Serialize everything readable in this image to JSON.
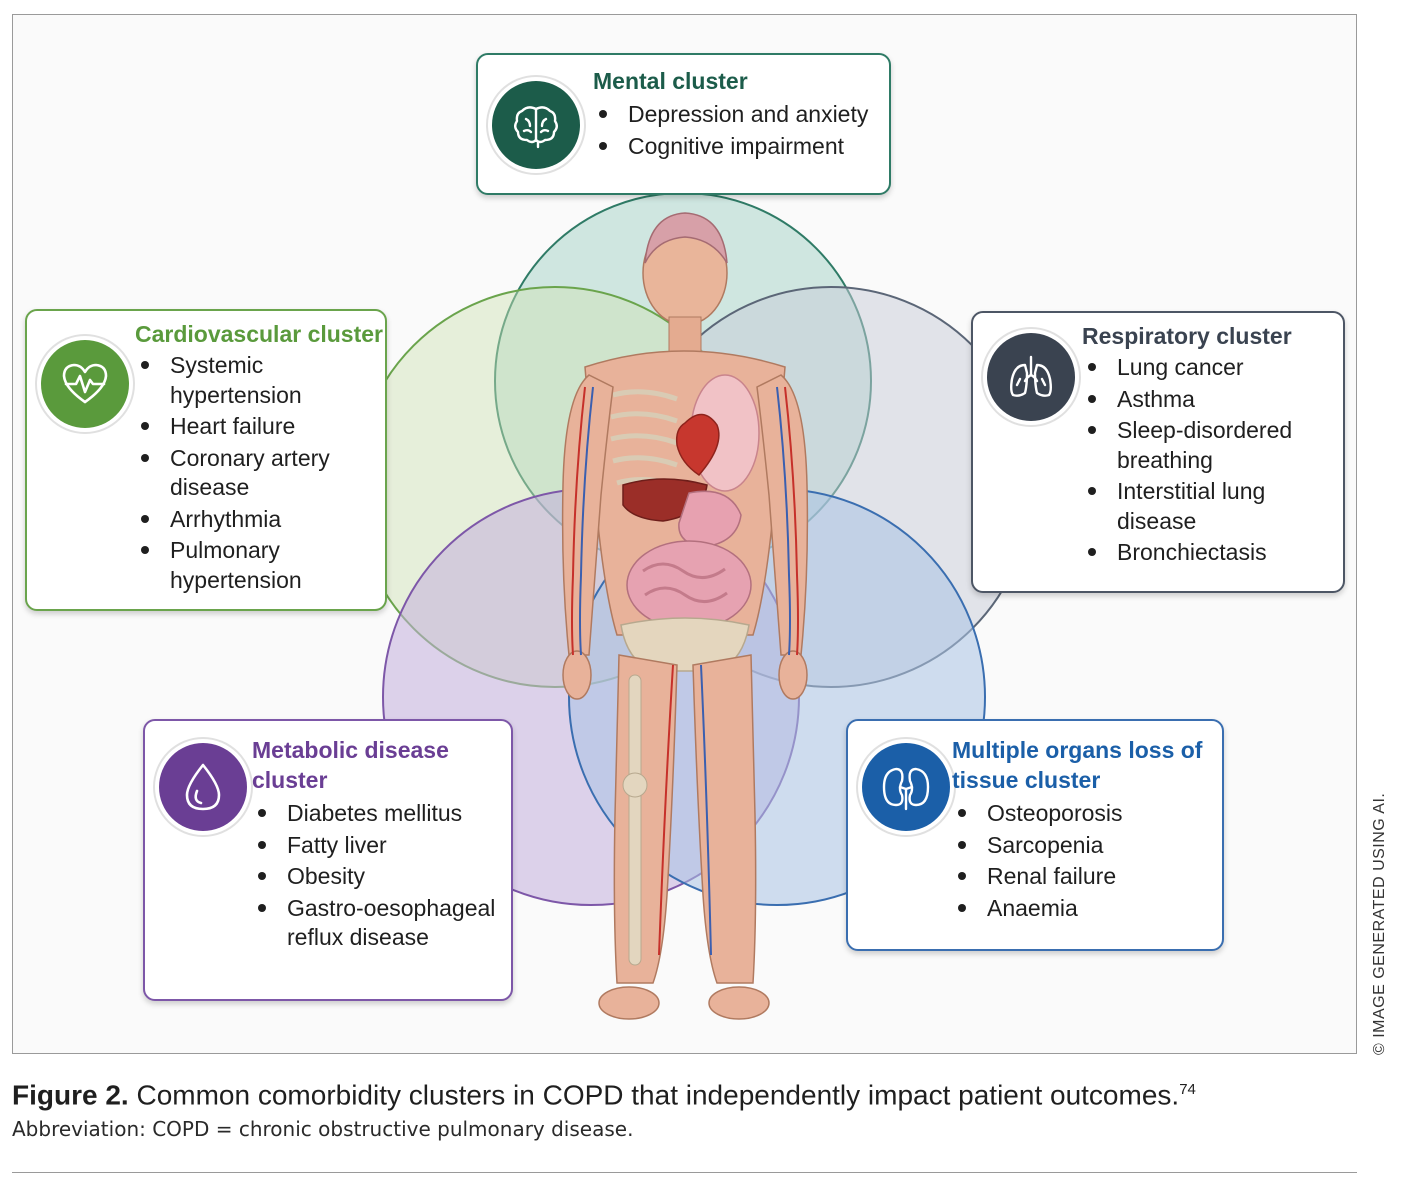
{
  "clusters": {
    "mental": {
      "title": "Mental cluster",
      "items": [
        "Depression and anxiety",
        "Cognitive impairment"
      ],
      "color": "#1c5c4a",
      "icon": "brain-icon"
    },
    "cardiovascular": {
      "title": "Cardiovascular cluster",
      "items": [
        [
          "Systemic",
          "hypertension"
        ],
        [
          "Heart failure"
        ],
        [
          "Coronary artery",
          "disease"
        ],
        [
          "Arrhythmia"
        ],
        [
          "Pulmonary",
          "hypertension"
        ]
      ],
      "color": "#5a9a3c",
      "icon": "heart-pulse-icon"
    },
    "respiratory": {
      "title": "Respiratory cluster",
      "items": [
        [
          "Lung cancer"
        ],
        [
          "Asthma"
        ],
        [
          "Sleep-disordered",
          "breathing"
        ],
        [
          "Interstitial lung",
          "disease"
        ],
        [
          "Bronchiectasis"
        ]
      ],
      "color": "#3a4350",
      "icon": "lungs-icon"
    },
    "metabolic": {
      "title": "Metabolic disease cluster",
      "title_lines": [
        "Metabolic disease",
        "cluster"
      ],
      "items": [
        [
          "Diabetes mellitus"
        ],
        [
          "Fatty liver"
        ],
        [
          "Obesity"
        ],
        [
          "Gastro-oesophageal",
          "reflux disease"
        ]
      ],
      "color": "#6a3e94",
      "icon": "drop-icon"
    },
    "multi_organ": {
      "title": "Multiple organs loss of tissue cluster",
      "title_lines": [
        "Multiple organs loss of",
        "tissue cluster"
      ],
      "items": [
        [
          "Osteoporosis"
        ],
        [
          "Sarcopenia"
        ],
        [
          "Renal failure"
        ],
        [
          "Anaemia"
        ]
      ],
      "color": "#1b5fa8",
      "icon": "kidneys-icon"
    }
  },
  "caption": {
    "label": "Figure 2.",
    "text": " Common comorbidity clusters in COPD that independently impact patient outcomes.",
    "ref": "74"
  },
  "abbreviation": "Abbreviation: COPD = chronic obstructive pulmonary disease.",
  "credit": "© IMAGE GENERATED USING AI."
}
